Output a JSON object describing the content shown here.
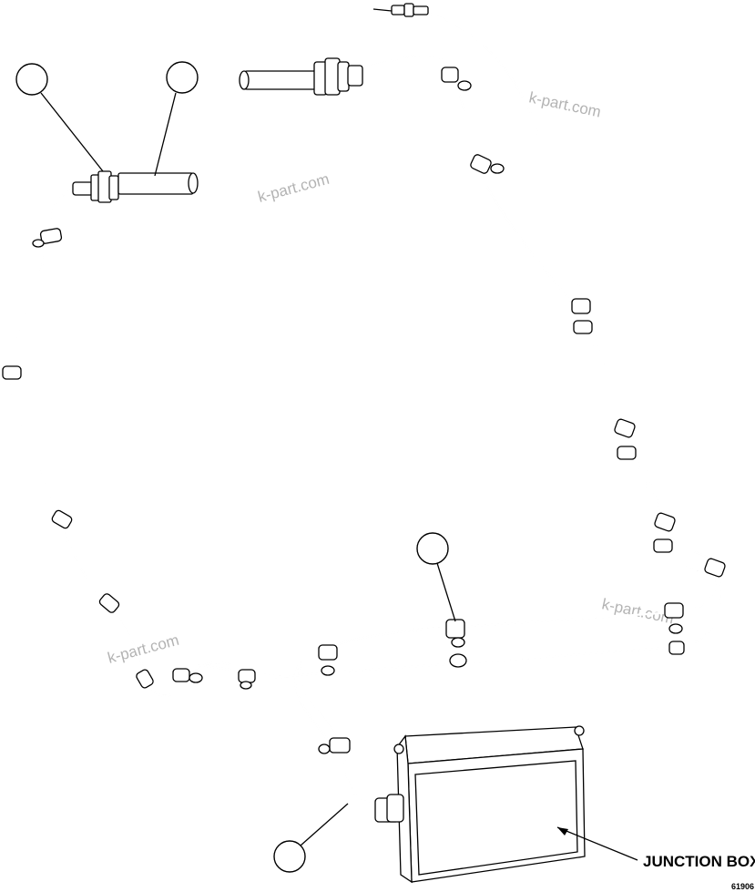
{
  "diagram": {
    "junction_box_label": "JUNCTION BOX",
    "figure_number": "61906",
    "watermark": "k-part.com"
  }
}
